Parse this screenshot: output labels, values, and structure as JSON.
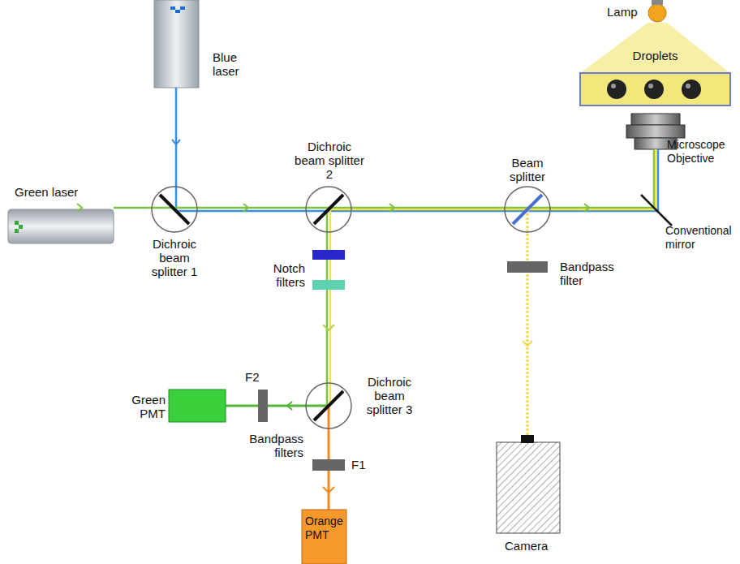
{
  "diagram": {
    "nodes": [
      {
        "text": [
          "Droplets"
        ]
      }
    ],
    "labels": [
      "Lamp",
      "Blue laser",
      "Green laser",
      "Dichroic beam splitter 1",
      "Dichroic beam splitter 2",
      "Beam splitter",
      "Microscope Objective",
      "Conventional mirror",
      "Notch filters",
      "Bandpass filter",
      "F2",
      "Green PMT",
      "Dichroic beam splitter 3",
      "Bandpass filters",
      "F1",
      "Camera",
      "Orange PMT"
    ]
  }
}
